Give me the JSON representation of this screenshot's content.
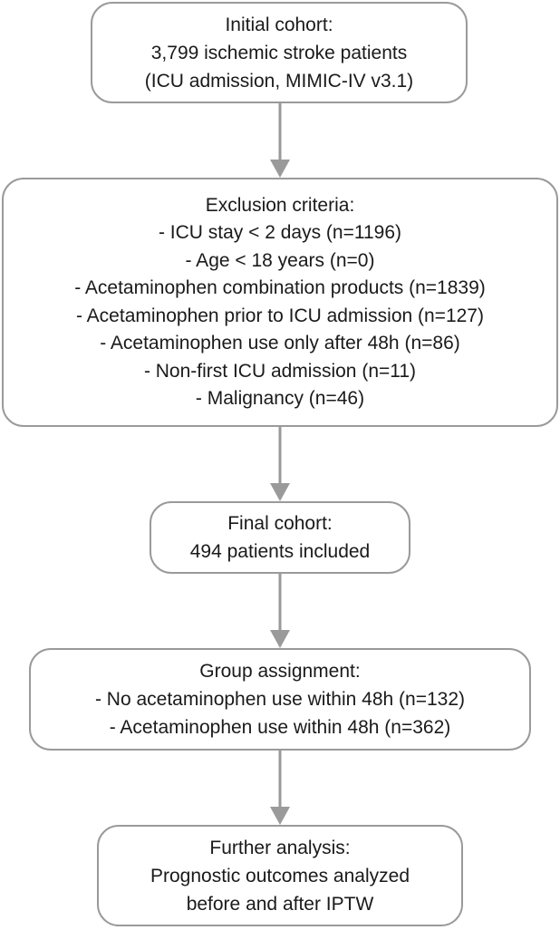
{
  "flowchart": {
    "initial": {
      "title": "Initial cohort:",
      "lines": [
        "3,799 ischemic stroke patients",
        "(ICU admission, MIMIC-IV v3.1)"
      ]
    },
    "exclusion": {
      "title": "Exclusion criteria:",
      "lines": [
        "- ICU stay < 2 days (n=1196)",
        "- Age < 18 years (n=0)",
        "- Acetaminophen combination products (n=1839)",
        "- Acetaminophen prior to ICU admission (n=127)",
        "- Acetaminophen use only after 48h (n=86)",
        "- Non-first ICU admission (n=11)",
        "- Malignancy (n=46)"
      ]
    },
    "final": {
      "title": "Final cohort:",
      "lines": [
        "494 patients included"
      ]
    },
    "groups": {
      "title": "Group assignment:",
      "lines": [
        "- No acetaminophen use within 48h (n=132)",
        "- Acetaminophen use within 48h (n=362)"
      ]
    },
    "analysis": {
      "title": "Further analysis:",
      "lines": [
        "Prognostic outcomes analyzed",
        "before and after IPTW"
      ]
    }
  },
  "colors": {
    "border": "#9a9a9a",
    "arrow": "#9a9a9a",
    "text": "#1a1a1a",
    "background": "#ffffff"
  }
}
